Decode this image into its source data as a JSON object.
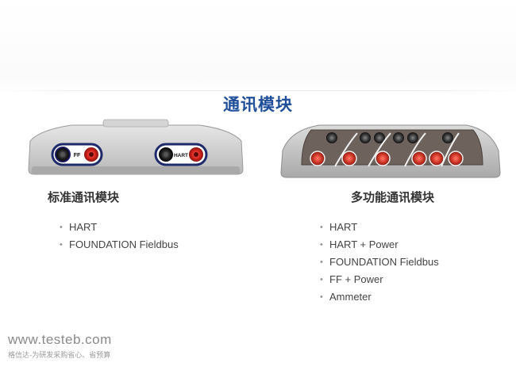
{
  "page": {
    "title": "通讯模块",
    "accent_color": "#1f4f9a"
  },
  "standard_module": {
    "heading": "标准通讯模块",
    "terminal_labels": [
      "FF",
      "HART"
    ],
    "features": [
      "HART",
      "FOUNDATION Fieldbus"
    ]
  },
  "multifunction_module": {
    "heading": "多功能通讯模块",
    "features": [
      "HART",
      "HART + Power",
      "FOUNDATION Fieldbus",
      "FF + Power",
      "Ammeter"
    ]
  },
  "footer": {
    "url": "www.testeb.com",
    "slogan": "格信达-为研发采购省心、省预算"
  }
}
